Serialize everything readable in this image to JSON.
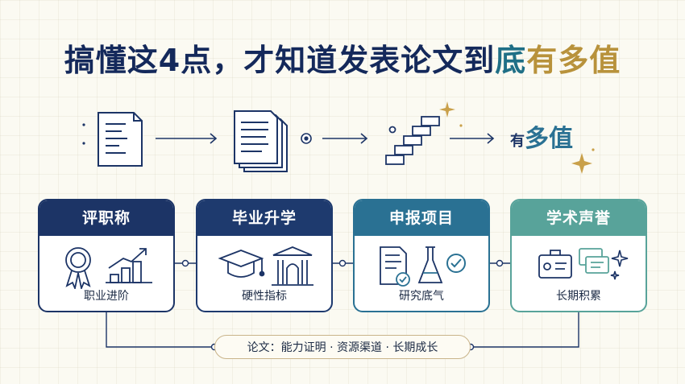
{
  "title": {
    "part1": "搞懂这4点，才知道发表论文到",
    "part2": "底",
    "part3": "有多值"
  },
  "flow": {
    "end_label_prefix": "有",
    "end_label_main": "多值"
  },
  "cards": [
    {
      "title": "评职称",
      "subtitle": "职业进阶",
      "color": "#1c3466",
      "icons": [
        "award-ribbon-icon",
        "rising-bar-chart-icon"
      ]
    },
    {
      "title": "毕业升学",
      "subtitle": "硬性指标",
      "color": "#1e3a6e",
      "icons": [
        "graduation-cap-icon",
        "university-building-icon"
      ]
    },
    {
      "title": "申报项目",
      "subtitle": "研究底气",
      "color": "#2a7193",
      "icons": [
        "checked-document-icon",
        "lab-flask-icon",
        "check-circle-icon"
      ]
    },
    {
      "title": "学术声誉",
      "subtitle": "长期积累",
      "color": "#58a39a",
      "icons": [
        "id-card-icon",
        "cards-stack-icon",
        "sparkle-icon"
      ]
    }
  ],
  "footer": {
    "text": "论文：能力证明 · 资源渠道 · 长期成长"
  },
  "colors": {
    "navy": "#14295b",
    "teal": "#1f6f86",
    "gold": "#b8923b",
    "mint": "#58a39a",
    "background": "#fbfaf2"
  }
}
